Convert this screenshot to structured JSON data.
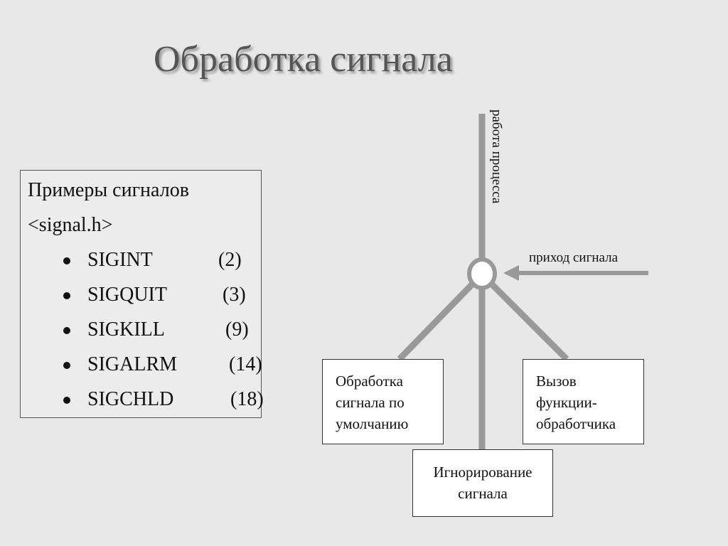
{
  "title": "Обработка сигнала",
  "signals_box": {
    "heading_line1": "Примеры сигналов",
    "heading_line2": "<signal.h>",
    "items": [
      {
        "name": "SIGINT",
        "code": "(2)"
      },
      {
        "name": "SIGQUIT",
        "code": "(3)"
      },
      {
        "name": "SIGKILL",
        "code": "(9)"
      },
      {
        "name": "SIGALRM",
        "code": "(14)"
      },
      {
        "name": "SIGCHLD",
        "code": "(18)"
      }
    ]
  },
  "diagram": {
    "process_label": "работа процесса",
    "signal_arrival_label": "приход сигнала",
    "outcomes": {
      "default": [
        "Обработка",
        "сигнала по",
        "умолчанию"
      ],
      "handler": [
        "Вызов",
        "функции-",
        "обработчика"
      ],
      "ignore": [
        "Игнорирование",
        "сигнала"
      ]
    },
    "line_color": "#999999",
    "node_fill": "#ffffff"
  }
}
